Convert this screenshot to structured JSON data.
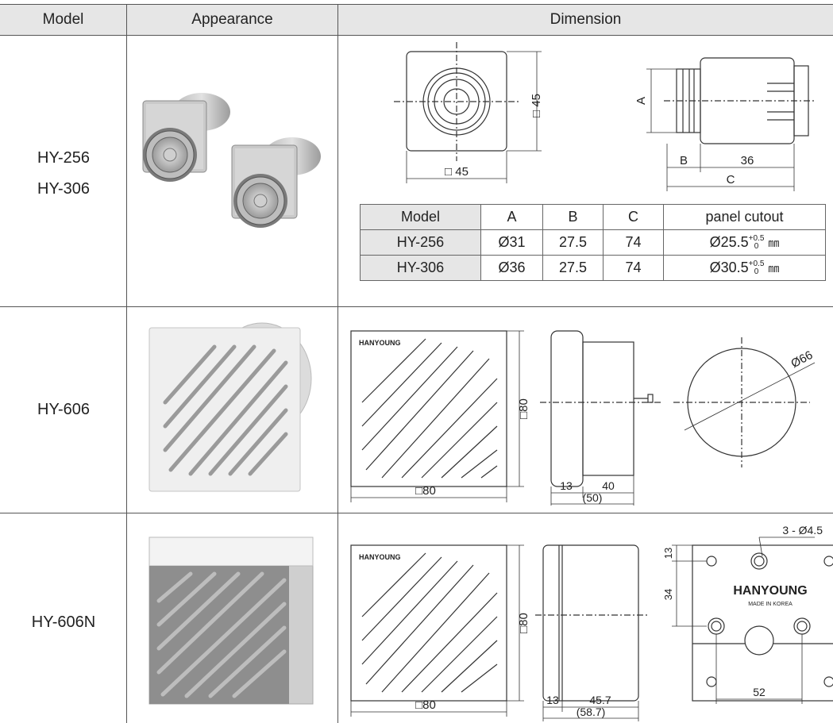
{
  "header": {
    "model": "Model",
    "appearance": "Appearance",
    "dimension": "Dimension"
  },
  "rows": [
    {
      "models": [
        "HY-256",
        "HY-306"
      ]
    },
    {
      "models": [
        "HY-606"
      ]
    },
    {
      "models": [
        "HY-606N"
      ]
    }
  ],
  "row1": {
    "square_front": "□ 45",
    "square_side": "□ 45",
    "dim_a": "A",
    "dim_b": "B",
    "dim_36": "36",
    "dim_c": "C",
    "spec_table": {
      "headers": [
        "Model",
        "A",
        "B",
        "C",
        "panel cutout"
      ],
      "rows": [
        {
          "model": "HY-256",
          "a": "Ø31",
          "b": "27.5",
          "c": "74",
          "cutout": "Ø25.5",
          "tol_upper": "+0.5",
          "tol_lower": "0",
          "unit": "㎜"
        },
        {
          "model": "HY-306",
          "a": "Ø36",
          "b": "27.5",
          "c": "74",
          "cutout": "Ø30.5",
          "tol_upper": "+0.5",
          "tol_lower": "0",
          "unit": "㎜"
        }
      ]
    }
  },
  "row2": {
    "brand": "HANYOUNG",
    "square_side": "□80",
    "square_bottom": "□80",
    "dim_13": "13",
    "dim_40": "40",
    "dim_50": "(50)",
    "dim_66": "Ø66"
  },
  "row3": {
    "brand": "HANYOUNG",
    "square_side": "□80",
    "square_bottom": "□80",
    "dim_13": "13",
    "dim_457": "45.7",
    "dim_587": "(58.7)",
    "holes": "3 - Ø4.5",
    "dim_13v": "13",
    "dim_34": "34",
    "dim_52": "52",
    "back_brand": "HANYOUNG",
    "made_in": "MADE IN KOREA"
  }
}
